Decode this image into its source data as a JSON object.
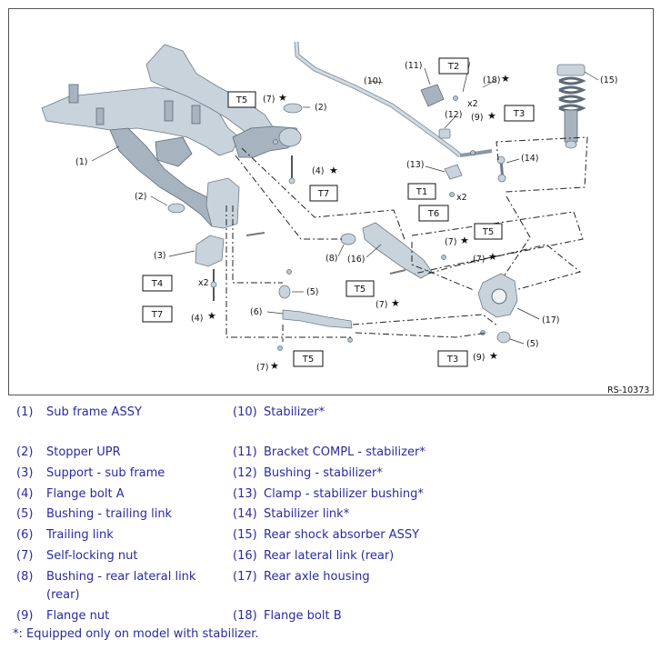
{
  "diagram": {
    "reference_code": "RS-10373",
    "callouts": {
      "c1": "(1)",
      "c2a": "(2)",
      "c2b": "(2)",
      "c3": "(3)",
      "c4a": "(4)",
      "c4b": "(4)",
      "c5a": "(5)",
      "c5b": "(5)",
      "c6": "(6)",
      "c7a": "(7)",
      "c7b": "(7)",
      "c7c": "(7)",
      "c7d": "(7)",
      "c7e": "(7)",
      "c8": "(8)",
      "c9a": "(9)",
      "c9b": "(9)",
      "c10": "(10)",
      "c11": "(11)",
      "c12": "(12)",
      "c13": "(13)",
      "c14": "(14)",
      "c15": "(15)",
      "c16": "(16)",
      "c17": "(17)",
      "c18": "(18)"
    },
    "torque_boxes": {
      "t1": "T1",
      "t2": "T2",
      "t3a": "T3",
      "t3b": "T3",
      "t4": "T4",
      "t5a": "T5",
      "t5b": "T5",
      "t5c": "T5",
      "t5d": "T5",
      "t6": "T6",
      "t7a": "T7",
      "t7b": "T7"
    },
    "multipliers": {
      "x2a": "x2",
      "x2b": "x2",
      "x2c": "x2"
    },
    "star_symbol": "★"
  },
  "legend": {
    "left": [
      {
        "num": "(1)",
        "text": "Sub frame ASSY"
      },
      {
        "num": "(2)",
        "text": "Stopper UPR"
      },
      {
        "num": "(3)",
        "text": "Support - sub frame"
      },
      {
        "num": "(4)",
        "text": "Flange bolt A"
      },
      {
        "num": "(5)",
        "text": "Bushing - trailing link"
      },
      {
        "num": "(6)",
        "text": "Trailing link"
      },
      {
        "num": "(7)",
        "text": "Self-locking nut"
      },
      {
        "num": "(8)",
        "text": "Bushing - rear lateral link"
      },
      {
        "num": "",
        "text": "(rear)"
      },
      {
        "num": "(9)",
        "text": "Flange nut"
      }
    ],
    "right": [
      {
        "num": "(10)",
        "text": "Stabilizer*"
      },
      {
        "num": "(11)",
        "text": "Bracket COMPL - stabilizer*"
      },
      {
        "num": "(12)",
        "text": "Bushing - stabilizer*"
      },
      {
        "num": "(13)",
        "text": "Clamp - stabilizer bushing*"
      },
      {
        "num": "(14)",
        "text": "Stabilizer link*"
      },
      {
        "num": "(15)",
        "text": "Rear shock absorber ASSY"
      },
      {
        "num": "(16)",
        "text": "Rear lateral link (rear)"
      },
      {
        "num": "(17)",
        "text": "Rear axle housing"
      },
      {
        "num": "(18)",
        "text": "Flange bolt B"
      }
    ],
    "footnote": "*: Equipped only on model with stabilizer."
  },
  "colors": {
    "legend_text": "#2a2aa0",
    "part_fill": "#c9d3dc",
    "part_stroke": "#6c7a86"
  }
}
